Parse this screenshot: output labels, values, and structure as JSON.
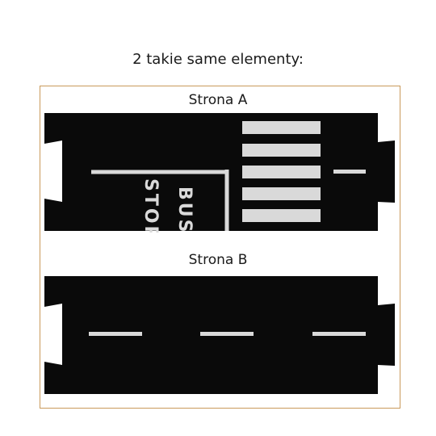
{
  "header": {
    "title": "2 takie same elementy:"
  },
  "side_a": {
    "label": "Strona A",
    "bus_stop_word_1": "BUS",
    "bus_stop_word_2": "STOP",
    "crosswalk_stripe_count": 5
  },
  "side_b": {
    "label": "Strona B",
    "dash_count": 3
  },
  "colors": {
    "road": "#0a0a0a",
    "markings": "#d9d9d9",
    "frame_border": "#c99a5b"
  }
}
